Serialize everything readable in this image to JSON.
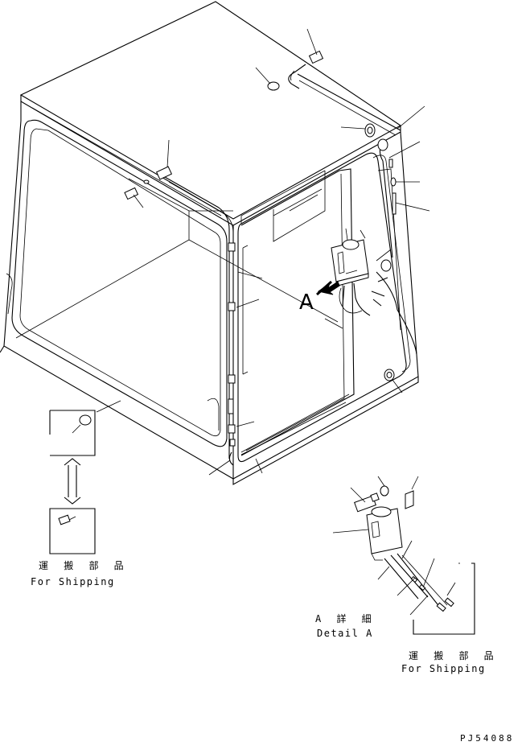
{
  "labels": {
    "shipping_left_jp": "運 搬 部 品",
    "shipping_left_en": "For Shipping",
    "arrow_label": "A",
    "detail_jp": "A 詳 細",
    "detail_en": "Detail A",
    "shipping_right_jp": "運 搬 部 品",
    "shipping_right_en": "For Shipping",
    "drawing_code": "PJ54088"
  }
}
